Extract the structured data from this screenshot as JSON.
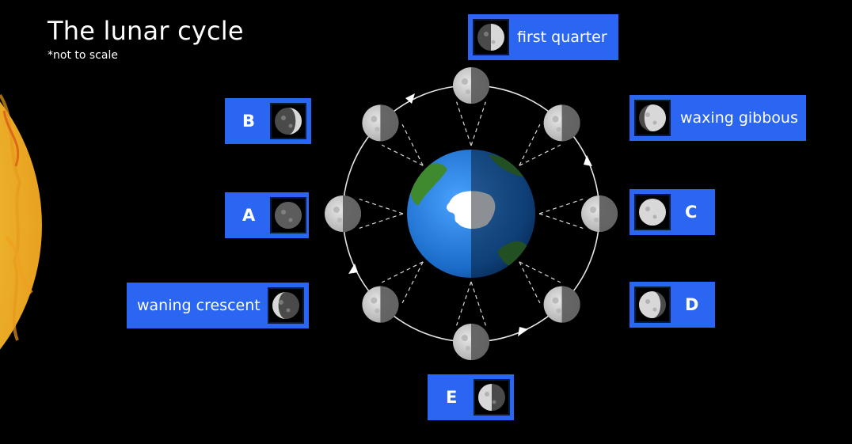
{
  "title": "The lunar cycle",
  "subtitle": "*not to scale",
  "cards": {
    "first_quarter": {
      "label": "first quarter",
      "icon": "first-quarter-moon-icon"
    },
    "waxing_gibbous": {
      "label": "waxing gibbous",
      "icon": "waxing-gibbous-moon-icon"
    },
    "waning_crescent": {
      "label": "waning crescent",
      "icon": "waning-crescent-moon-icon"
    },
    "b": {
      "label": "B",
      "icon": "waxing-crescent-moon-icon"
    },
    "a": {
      "label": "A",
      "icon": "new-moon-icon"
    },
    "c": {
      "label": "C",
      "icon": "full-moon-icon"
    },
    "d": {
      "label": "D",
      "icon": "waning-gibbous-moon-icon"
    },
    "e": {
      "label": "E",
      "icon": "last-quarter-moon-icon"
    }
  },
  "colors": {
    "card": "#2a66f2",
    "space": "#000000",
    "sun": "#f6d94a",
    "ocean": "#1e6fd0",
    "land": "#3f8a2e",
    "ice": "#ffffff",
    "moon": "#c8c8c8",
    "moon_shadow": "#4a4a4a",
    "orbit": "#ffffff"
  }
}
